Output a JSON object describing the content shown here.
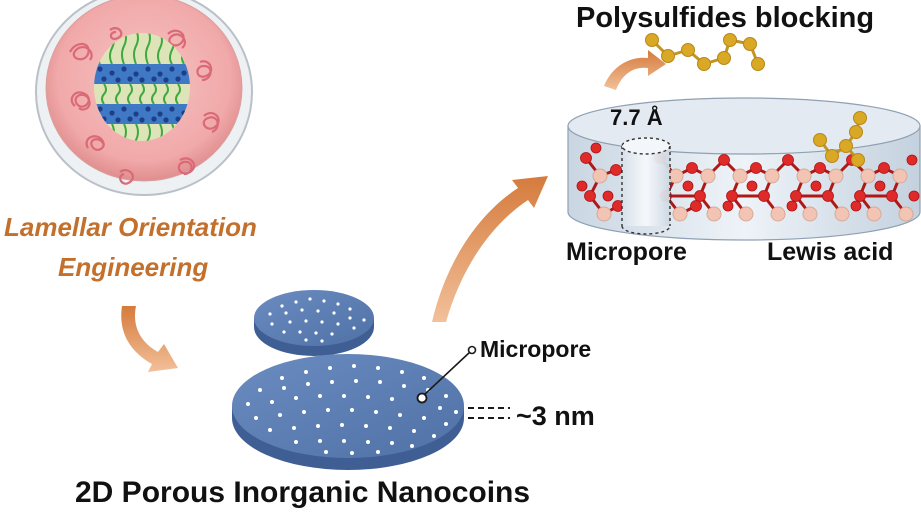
{
  "labels": {
    "polysulfides": "Polysulfides blocking",
    "pore_size": "7.7 Å",
    "micropore_top": "Micropore",
    "lewis_acid": "Lewis acid",
    "lamellar_line1": "Lamellar Orientation",
    "lamellar_line2": "Engineering",
    "micropore_disc": "Micropore",
    "thickness": "~3 nm",
    "title": "2D Porous Inorganic Nanocoins"
  },
  "colors": {
    "orange_text": "#c4702d",
    "arrow": "#d98c55",
    "disc_blue": "#5b7cb1",
    "sulfur": "#d9a825",
    "oxygen": "#e02a2a",
    "metal": "#f2c4b3",
    "dish": "#f1a9a9"
  }
}
